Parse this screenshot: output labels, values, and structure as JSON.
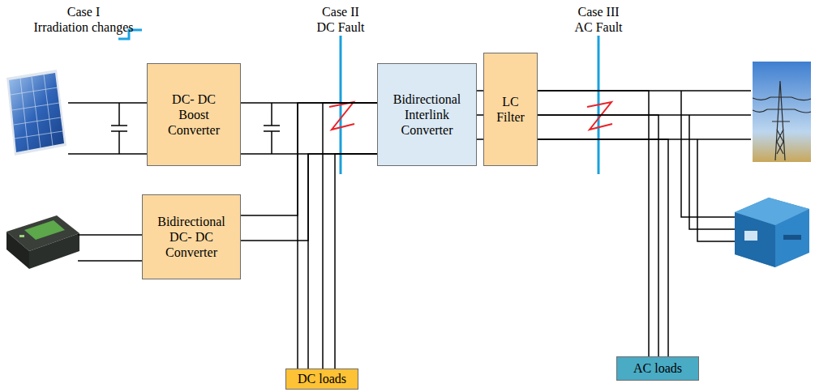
{
  "diagram": {
    "nodes": [
      {
        "text": [
          "DC- DC Boost Converter"
        ]
      },
      {
        "text": [
          "Bidirectional Interlink Converter"
        ]
      },
      {
        "text": [
          "LC Filter"
        ]
      },
      {
        "text": [
          "Bidirectional DC- DC Converter"
        ]
      },
      {
        "text": [
          "DC loads"
        ]
      },
      {
        "text": [
          "AC loads"
        ]
      }
    ],
    "edges": [
      {
        "from": 0,
        "to": 1,
        "arrow": "none"
      },
      {
        "from": 3,
        "to": 1,
        "arrow": "none"
      },
      {
        "from": 4,
        "to": 1,
        "arrow": "none"
      },
      {
        "from": 1,
        "to": 2,
        "arrow": "none"
      },
      {
        "from": 2,
        "to": 5,
        "arrow": "none"
      }
    ],
    "labels": [
      "Case I",
      "Irradiation changes",
      "Case II",
      "DC Fault",
      "Case III",
      "AC Fault"
    ]
  }
}
